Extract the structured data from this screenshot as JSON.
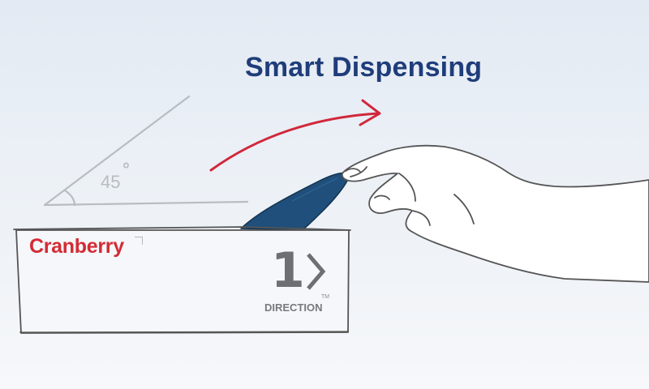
{
  "headline": "Smart Dispensing",
  "angle": {
    "value": "45",
    "unit_mark": "°"
  },
  "box": {
    "brand": "Cranberry",
    "product_number": "1",
    "product_name": "DIRECTION",
    "trademark": "TM"
  },
  "icons": {
    "arrow": "curved-arrow-icon",
    "chevron": "chevron-right-icon"
  },
  "colors": {
    "headline": "#1f3d7a",
    "arrow": "#d1283b",
    "brand": "#d42b35",
    "tissue": "#1f4f7a",
    "sketch_line": "#555555",
    "angle_line": "#b9bcc1"
  }
}
